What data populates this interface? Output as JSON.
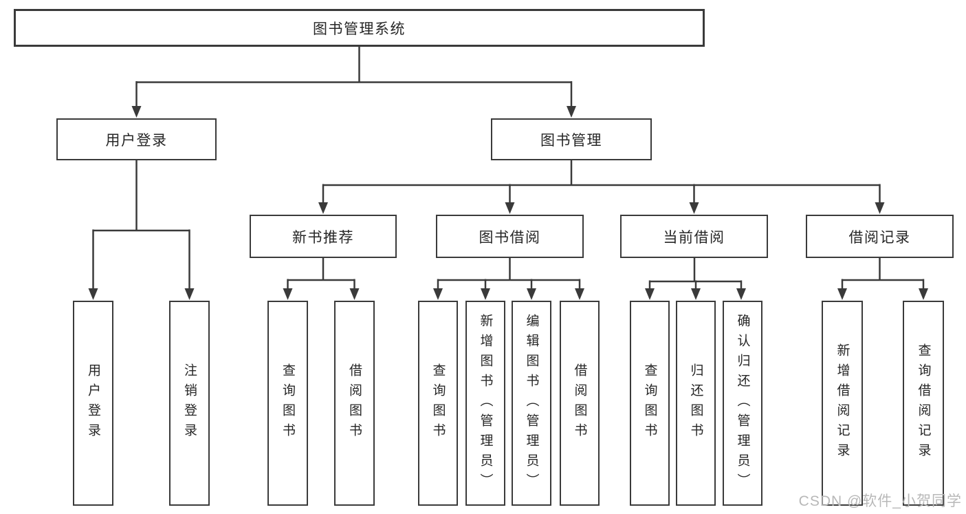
{
  "tree": {
    "root": {
      "label": "图书管理系统",
      "children": [
        {
          "label": "用户登录",
          "children": [
            {
              "label": "用户登录"
            },
            {
              "label": "注销登录"
            }
          ]
        },
        {
          "label": "图书管理",
          "children": [
            {
              "label": "新书推荐",
              "children": [
                {
                  "label": "查询图书"
                },
                {
                  "label": "借阅图书"
                }
              ]
            },
            {
              "label": "图书借阅",
              "children": [
                {
                  "label": "查询图书"
                },
                {
                  "label": "新增图书（管理员）"
                },
                {
                  "label": "编辑图书（管理员）"
                },
                {
                  "label": "借阅图书"
                }
              ]
            },
            {
              "label": "当前借阅",
              "children": [
                {
                  "label": "查询图书"
                },
                {
                  "label": "归还图书"
                },
                {
                  "label": "确认归还（管理员）"
                }
              ]
            },
            {
              "label": "借阅记录",
              "children": [
                {
                  "label": "新增借阅记录"
                },
                {
                  "label": "查询借阅记录"
                }
              ]
            }
          ]
        }
      ]
    }
  },
  "watermark": {
    "text": "CSDN @软件_小贺同学"
  },
  "colors": {
    "line": "#3a3a3a",
    "box_border": "#3a3a3a",
    "text": "#262626",
    "background": "#ffffff",
    "watermark": "#b8b8b8"
  }
}
